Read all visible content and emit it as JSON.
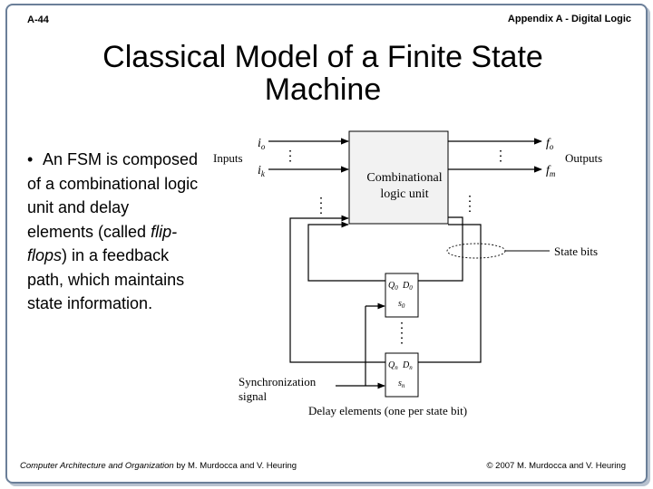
{
  "header": {
    "slide_number": "A-44",
    "chapter": "Appendix A - Digital Logic"
  },
  "title": {
    "line1": "Classical Model of a Finite State",
    "line2": "Machine"
  },
  "bullet": {
    "marker": "•",
    "pre": "An FSM is composed of a combinational logic unit and delay elements (called ",
    "em": "flip-flops",
    "post": ") in a feedback path, which maintains state information."
  },
  "diagram": {
    "inputs_label": "Inputs",
    "outputs_label": "Outputs",
    "clu_line1": "Combinational",
    "clu_line2": "logic unit",
    "state_bits_label": "State bits",
    "sync_line1": "Synchronization",
    "sync_line2": "signal",
    "delay_label": "Delay elements (one per state bit)",
    "input_first": "i",
    "input_first_sub": "o",
    "input_last": "i",
    "input_last_sub": "k",
    "output_first": "f",
    "output_first_sub": "o",
    "output_last": "f",
    "output_last_sub": "m",
    "ff0_q": "Q",
    "ff0_q_sub": "0",
    "ff0_d": "D",
    "ff0_d_sub": "0",
    "ff0_s": "s",
    "ff0_s_sub": "0",
    "ffn_q": "Q",
    "ffn_q_sub": "n",
    "ffn_d": "D",
    "ffn_d_sub": "n",
    "ffn_s": "s",
    "ffn_s_sub": "n"
  },
  "footer": {
    "book_title": "Computer Architecture and Organization",
    "authors": " by M. Murdocca and V. Heuring",
    "copyright": "© 2007 M. Murdocca and V. Heuring"
  }
}
